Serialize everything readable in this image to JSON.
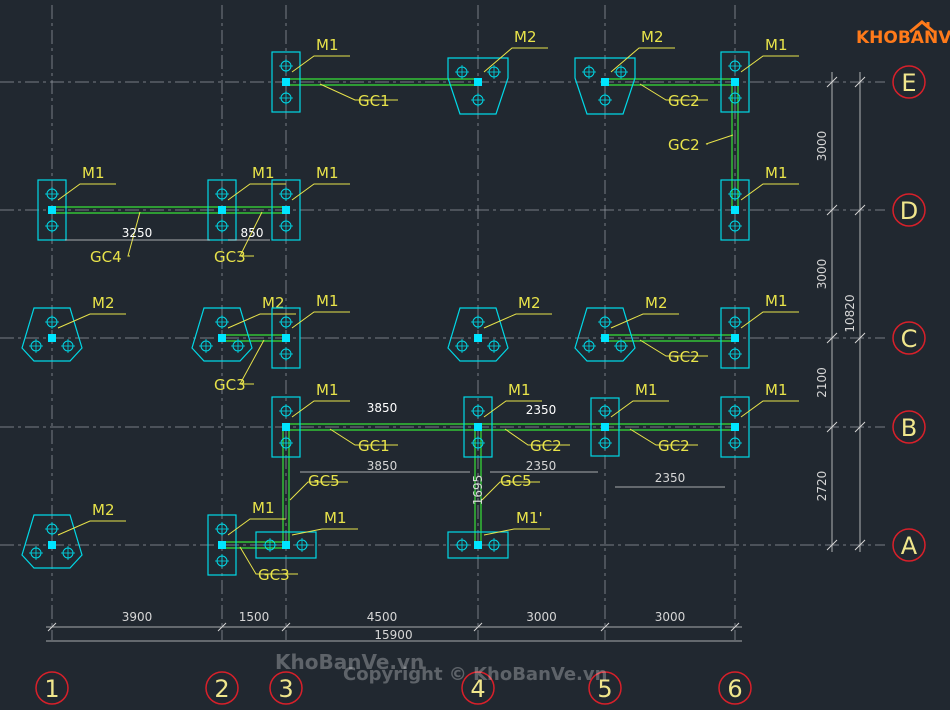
{
  "colors": {
    "background": "#212830",
    "grid": "#9aa0a8",
    "footing": "#00d8e6",
    "pile_core": "#00e5ff",
    "beam": "#37e237",
    "label": "#e8e34a",
    "dimension": "#d6d6d6",
    "bubble": "#d8202a",
    "bubble_text": "#f0e68c"
  },
  "grid": {
    "columns": [
      {
        "label": "1"
      },
      {
        "label": "2"
      },
      {
        "label": "3"
      },
      {
        "label": "4"
      },
      {
        "label": "5"
      },
      {
        "label": "6"
      }
    ],
    "rows": [
      {
        "label": "E"
      },
      {
        "label": "D"
      },
      {
        "label": "C"
      },
      {
        "label": "B"
      },
      {
        "label": "A"
      }
    ]
  },
  "footings": [
    {
      "label": "M1",
      "type": "v",
      "col": 3,
      "row": "E"
    },
    {
      "label": "M2",
      "type": "trap",
      "col": 4,
      "row": "E"
    },
    {
      "label": "M2",
      "type": "trap",
      "col": 5,
      "row": "E"
    },
    {
      "label": "M1",
      "type": "v",
      "col": 6,
      "row": "E"
    },
    {
      "label": "M1",
      "type": "v",
      "col": 1,
      "row": "D"
    },
    {
      "label": "M1",
      "type": "v",
      "col": 2,
      "row": "D"
    },
    {
      "label": "M1",
      "type": "v",
      "col": 3,
      "row": "D"
    },
    {
      "label": "M1",
      "type": "v",
      "col": 6,
      "row": "D"
    },
    {
      "label": "M2",
      "type": "tri",
      "col": 1,
      "row": "C"
    },
    {
      "label": "M2",
      "type": "tri",
      "col": 2,
      "row": "C"
    },
    {
      "label": "M1",
      "type": "v",
      "col": 3,
      "row": "C"
    },
    {
      "label": "M2",
      "type": "tri",
      "col": 4,
      "row": "C"
    },
    {
      "label": "M2",
      "type": "tri",
      "col": 5,
      "row": "C"
    },
    {
      "label": "M1",
      "type": "v",
      "col": 6,
      "row": "C"
    },
    {
      "label": "M1",
      "type": "v",
      "col": 3,
      "row": "B"
    },
    {
      "label": "M1",
      "type": "v",
      "col": 4,
      "row": "B"
    },
    {
      "label": "M1",
      "type": "vs",
      "col": 5,
      "row": "B"
    },
    {
      "label": "M1",
      "type": "v",
      "col": 6,
      "row": "B"
    },
    {
      "label": "M2",
      "type": "tri",
      "col": 1,
      "row": "A"
    },
    {
      "label": "M1",
      "type": "v",
      "col": 2,
      "row": "A"
    },
    {
      "label": "M1",
      "type": "h",
      "col": 3,
      "row": "A"
    },
    {
      "label": "M1'",
      "type": "h",
      "col": 4,
      "row": "A"
    }
  ],
  "beams": [
    {
      "label": "GC1"
    },
    {
      "label": "GC2"
    },
    {
      "label": "GC2"
    },
    {
      "label": "GC4"
    },
    {
      "label": "GC3"
    },
    {
      "label": "GC3"
    },
    {
      "label": "GC2"
    },
    {
      "label": "GC1"
    },
    {
      "label": "GC2"
    },
    {
      "label": "GC2"
    },
    {
      "label": "GC5"
    },
    {
      "label": "GC5"
    },
    {
      "label": "GC3"
    }
  ],
  "dimensions": {
    "bottom_segments": [
      "3900",
      "1500",
      "4500",
      "3000",
      "3000"
    ],
    "bottom_total": "15900",
    "right_segments": [
      "3000",
      "3000",
      "2100",
      "2720"
    ],
    "right_total": "10820",
    "inner": [
      "3250",
      "850",
      "3850",
      "2350",
      "3850",
      "2350",
      "2350",
      "1695"
    ]
  },
  "watermarks": {
    "logo": "KHOBANVE",
    "site_left": "KhoBanVe.vn",
    "copyright": "Copyright © KhoBanVe.vn"
  }
}
